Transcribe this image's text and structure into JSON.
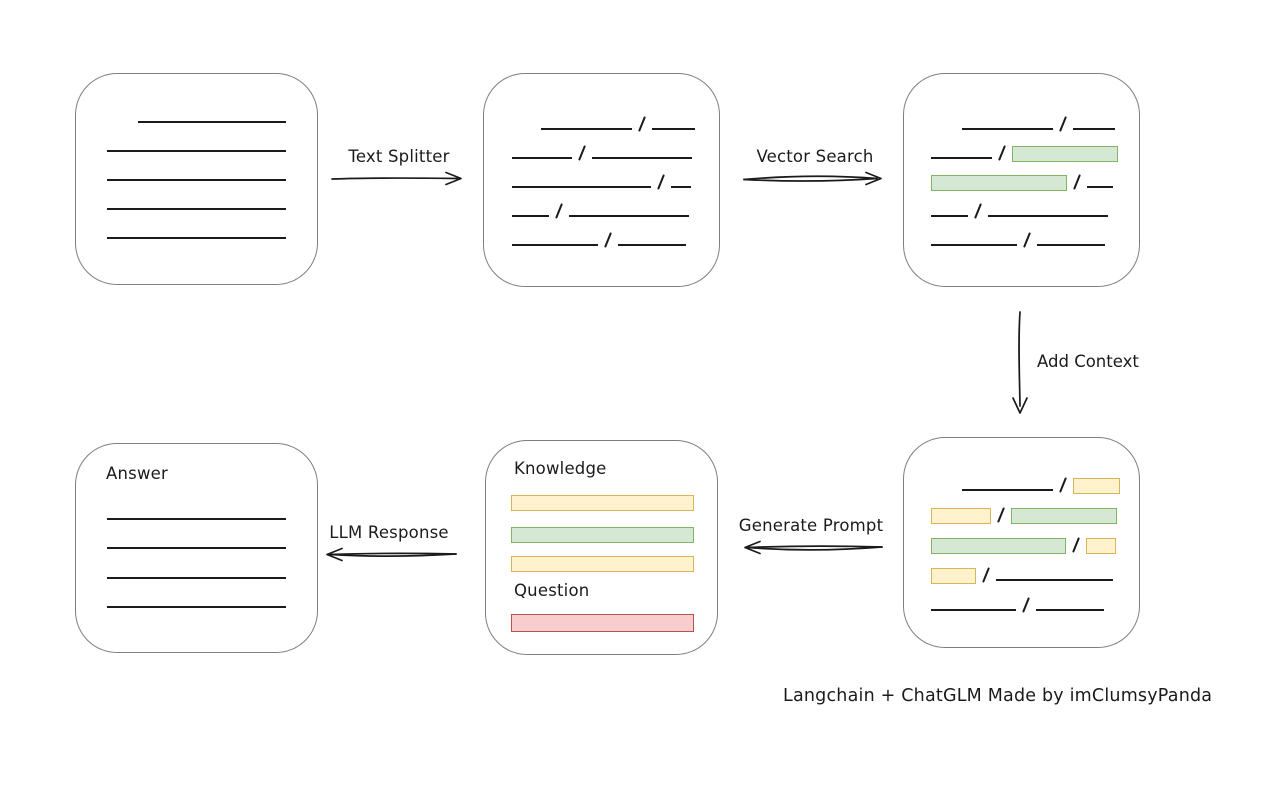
{
  "diagram": {
    "caption": "Langchain + ChatGLM Made by imClumsyPanda",
    "colors": {
      "bg": "#ffffff",
      "ink": "#1b1b1b",
      "box_border": "#7f7f7f",
      "green_fill": "#d5e8d4",
      "green_border": "#82b366",
      "yellow_fill": "#fff2cc",
      "yellow_border": "#d6b656",
      "red_fill": "#f8cecc",
      "red_border": "#b85450"
    },
    "labels": {
      "text_splitter": "Text Splitter",
      "vector_search": "Vector Search",
      "add_context": "Add Context",
      "generate_prompt": "Generate Prompt",
      "llm_response": "LLM Response",
      "knowledge": "Knowledge",
      "question": "Question",
      "answer": "Answer"
    },
    "boxes": {
      "chunks": {
        "rows": [
          {
            "indent": 29,
            "segs": [
              [
                "line",
                91
              ],
              [
                "slash"
              ],
              [
                "line",
                43
              ]
            ]
          },
          {
            "indent": 0,
            "segs": [
              [
                "line",
                60
              ],
              [
                "slash"
              ],
              [
                "line",
                100
              ]
            ]
          },
          {
            "indent": 0,
            "segs": [
              [
                "line",
                139
              ],
              [
                "slash"
              ],
              [
                "line",
                20
              ]
            ]
          },
          {
            "indent": 0,
            "segs": [
              [
                "line",
                37
              ],
              [
                "slash"
              ],
              [
                "line",
                120
              ]
            ]
          },
          {
            "indent": 0,
            "segs": [
              [
                "line",
                86
              ],
              [
                "slash"
              ],
              [
                "line",
                68
              ]
            ]
          }
        ]
      },
      "retrieved": {
        "rows": [
          {
            "indent": 31,
            "segs": [
              [
                "line",
                91
              ],
              [
                "slash"
              ],
              [
                "line",
                42
              ]
            ]
          },
          {
            "indent": 0,
            "segs": [
              [
                "line",
                61
              ],
              [
                "slash"
              ],
              [
                "green",
                104
              ]
            ]
          },
          {
            "indent": 0,
            "segs": [
              [
                "green",
                134
              ],
              [
                "slash"
              ],
              [
                "line",
                26
              ]
            ]
          },
          {
            "indent": 0,
            "segs": [
              [
                "line",
                37
              ],
              [
                "slash"
              ],
              [
                "line",
                120
              ]
            ]
          },
          {
            "indent": 0,
            "segs": [
              [
                "line",
                86
              ],
              [
                "slash"
              ],
              [
                "line",
                68
              ]
            ]
          }
        ]
      },
      "context": {
        "rows": [
          {
            "indent": 31,
            "segs": [
              [
                "line",
                91
              ],
              [
                "slash"
              ],
              [
                "yellow",
                45
              ]
            ]
          },
          {
            "indent": 0,
            "segs": [
              [
                "yellow",
                58
              ],
              [
                "slash"
              ],
              [
                "green",
                104
              ]
            ]
          },
          {
            "indent": 0,
            "segs": [
              [
                "green",
                133
              ],
              [
                "slash"
              ],
              [
                "yellow",
                28
              ]
            ]
          },
          {
            "indent": 0,
            "segs": [
              [
                "yellow",
                43
              ],
              [
                "slash"
              ],
              [
                "line",
                117
              ]
            ]
          },
          {
            "indent": 0,
            "segs": [
              [
                "line",
                85
              ],
              [
                "slash"
              ],
              [
                "line",
                68
              ]
            ]
          }
        ]
      }
    }
  }
}
